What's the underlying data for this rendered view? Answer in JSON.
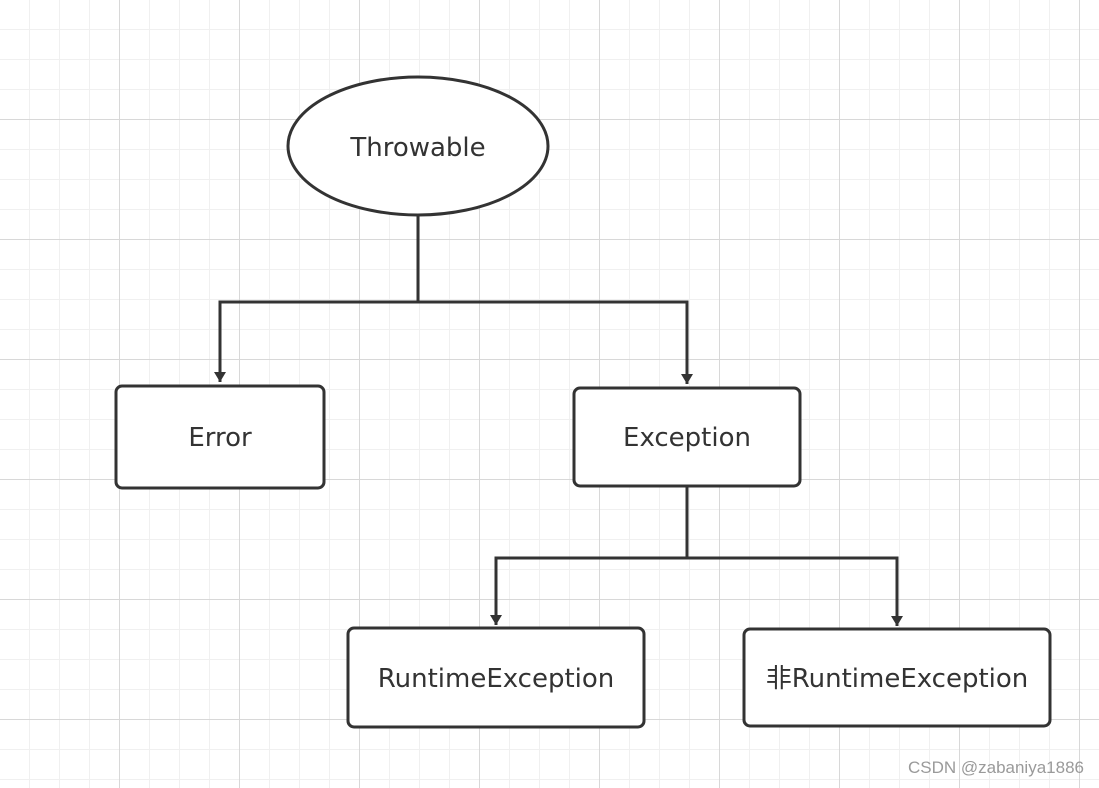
{
  "diagram": {
    "nodes": {
      "throwable": "Throwable",
      "error": "Error",
      "exception": "Exception",
      "runtime": "RuntimeException",
      "non_runtime": "非RuntimeException"
    }
  },
  "watermark": "CSDN @zabaniya1886"
}
